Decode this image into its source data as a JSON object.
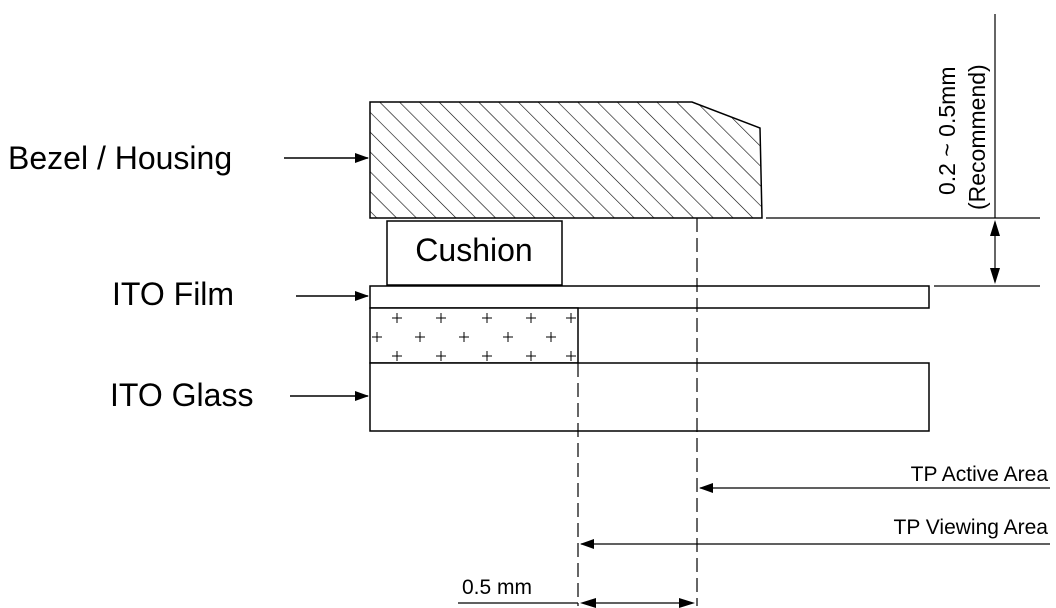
{
  "labels": {
    "bezel": "Bezel / Housing",
    "cushion": "Cushion",
    "ito_film": "ITO Film",
    "ito_glass": "ITO Glass",
    "gap_value": "0.2 ~ 0.5mm",
    "gap_note": "(Recommend)",
    "active_area": "TP Active Area",
    "viewing_area": "TP Viewing Area",
    "offset": "0.5 mm"
  },
  "colors": {
    "line": "#000000",
    "background": "#ffffff"
  }
}
